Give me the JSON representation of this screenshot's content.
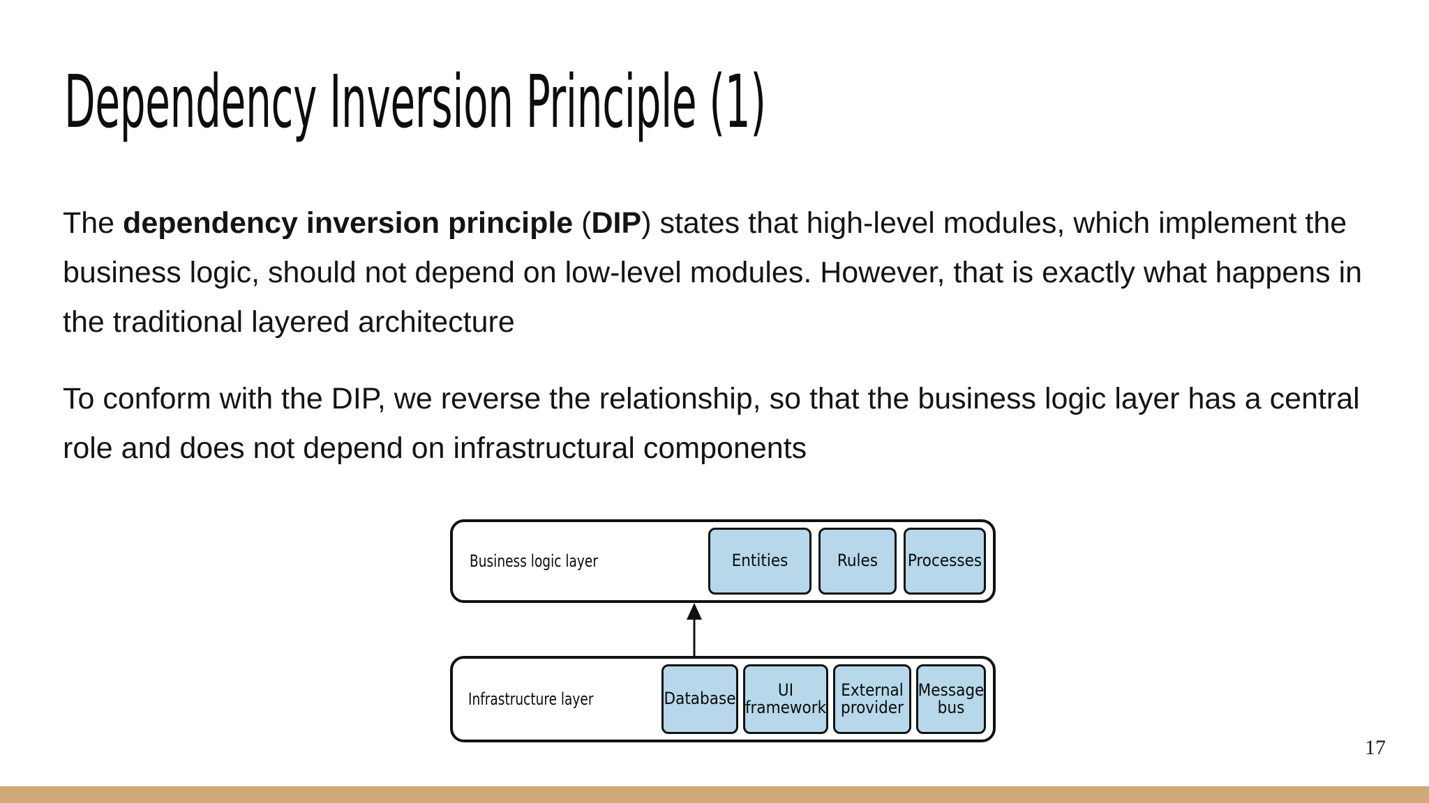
{
  "slide": {
    "title": "Dependency Inversion Principle (1)",
    "page_number": "17",
    "accent_color": "#d1a87a",
    "background_color": "#ffffff",
    "text_color": "#141414"
  },
  "body": {
    "paragraph_1": {
      "lead": "The ",
      "bold_term": "dependency inversion principle",
      "mid": " (",
      "bold_abbr": "DIP",
      "rest": ") states that high-level modules, which implement the business logic, should not depend on low-level modules. However, that is exactly what happens in the traditional layered architecture"
    },
    "paragraph_2": {
      "text": "To conform with the DIP, we reverse the relationship, so that the business logic layer has a central role and does not depend on infrastructural components"
    }
  },
  "diagram": {
    "chip_fill_color": "#b6d8ea",
    "stroke_color": "#111111",
    "arrow_direction": "up",
    "arrow_meaning": "infrastructure layer depends on business logic layer",
    "layers": [
      {
        "name": "business-logic-layer",
        "label": "Business logic layer",
        "chips": [
          "Entities",
          "Rules",
          "Processes"
        ]
      },
      {
        "name": "infrastructure-layer",
        "label": "Infrastructure layer",
        "chips": [
          "Database",
          "UI\nframework",
          "External\nprovider",
          "Message\nbus"
        ]
      }
    ]
  }
}
